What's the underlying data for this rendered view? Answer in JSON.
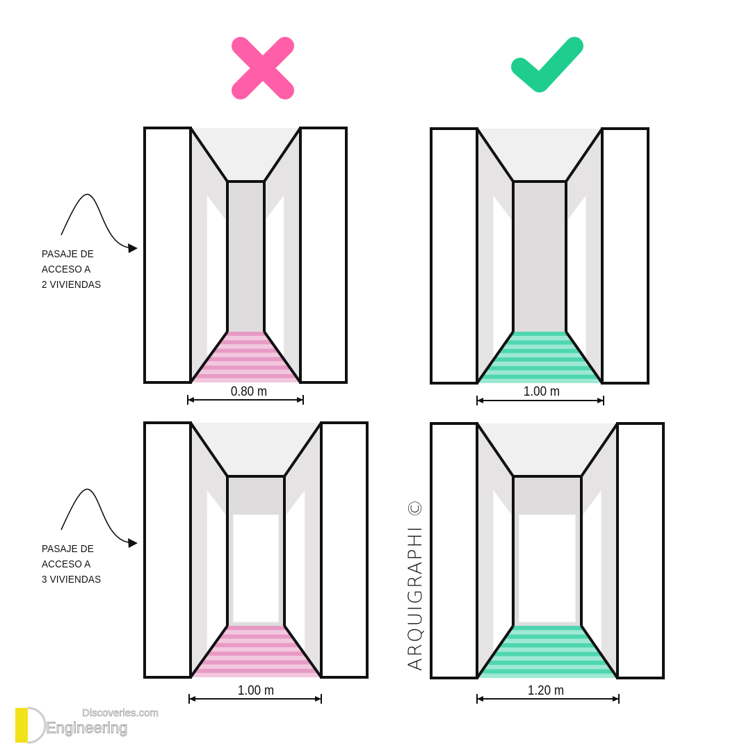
{
  "icons": {
    "bad": {
      "name": "cross-icon",
      "color": "#ff5fa8"
    },
    "good": {
      "name": "check-icon",
      "color": "#1fce8f"
    }
  },
  "labels": {
    "row1": [
      "PASAJE DE",
      "ACCESO A",
      "2 VIVIENDAS"
    ],
    "row2": [
      "PASAJE DE",
      "ACCESO A",
      "3 VIVIENDAS"
    ]
  },
  "panels": [
    {
      "width_label": "0.80 m",
      "verdict": "incorrect",
      "floor_color": "#e79bc4"
    },
    {
      "width_label": "1.00 m",
      "verdict": "correct",
      "floor_color": "#4fd6b0"
    },
    {
      "width_label": "1.00 m",
      "verdict": "incorrect",
      "floor_color": "#e79bc4"
    },
    {
      "width_label": "1.20 m",
      "verdict": "correct",
      "floor_color": "#4fd6b0"
    }
  ],
  "brand": "ARQUIGRAPHI ©",
  "watermark": {
    "top": "Discoveries.com",
    "bottom": "Engineering",
    "logo_color": "#f2e21c"
  }
}
